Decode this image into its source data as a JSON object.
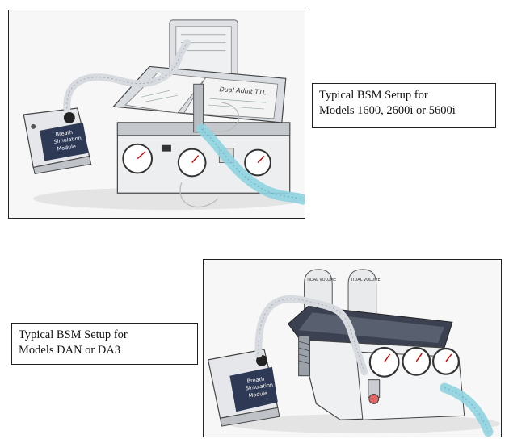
{
  "figures": [
    {
      "caption_lines": [
        "Typical BSM Setup for",
        "Models 1600, 2600i or 5600i"
      ],
      "module_label": [
        "Breath",
        "Simulation",
        "Module"
      ],
      "brand_label": "Dual Adult TTL"
    },
    {
      "caption_lines": [
        "Typical BSM Setup for",
        "Models DAN or DA3"
      ],
      "module_label": [
        "Breath",
        "Simulation",
        "Module"
      ],
      "bellows_label": "TIDAL VOLUME"
    }
  ],
  "colors": {
    "frame": "#222222",
    "tube_blue": "#8fd3e0",
    "metal": "#c9ccd0",
    "module_dark": "#2e3a55"
  }
}
